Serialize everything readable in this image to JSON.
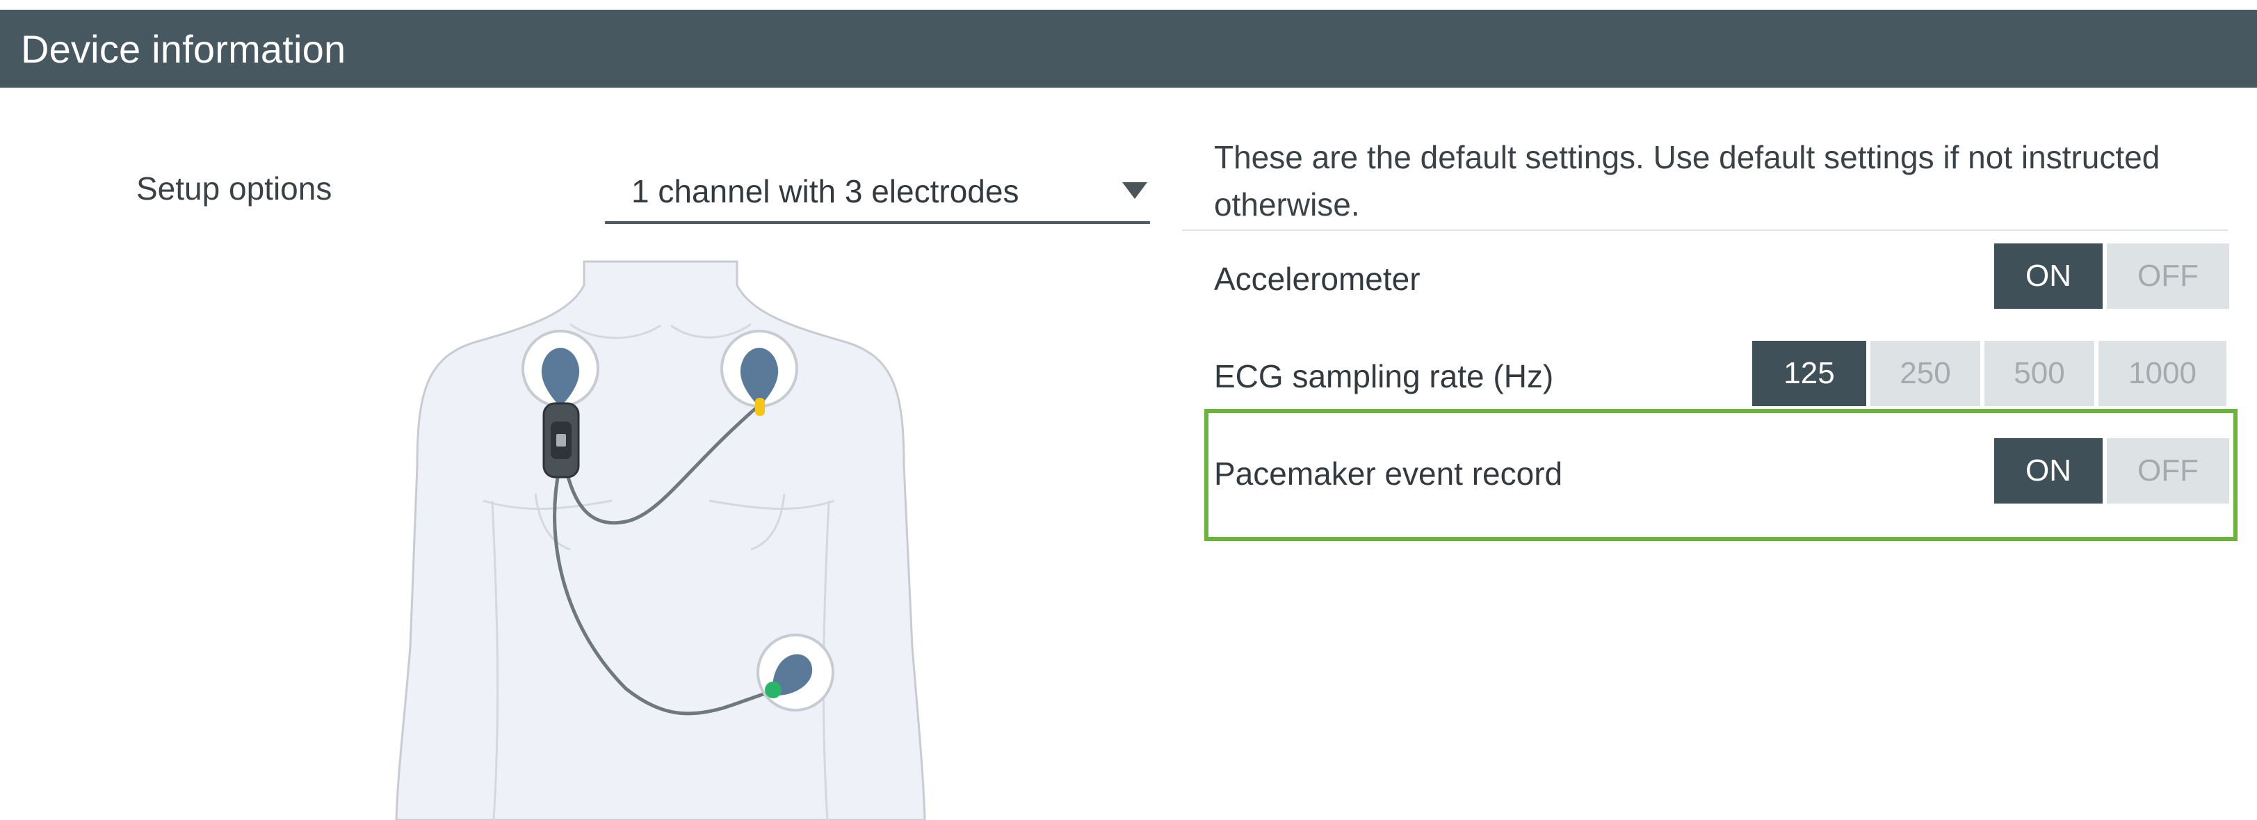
{
  "header": {
    "title": "Device information"
  },
  "setup": {
    "label": "Setup options",
    "selected_value": "1 channel with 3 electrodes"
  },
  "info_text": "These are the default settings. Use default settings if not instructed otherwise.",
  "settings": {
    "accelerometer": {
      "label": "Accelerometer",
      "on_label": "ON",
      "off_label": "OFF",
      "selected": "ON"
    },
    "ecg_sampling_rate": {
      "label": "ECG sampling rate (Hz)",
      "options": [
        "125",
        "250",
        "500",
        "1000"
      ],
      "selected": "125"
    },
    "pacemaker_event_record": {
      "label": "Pacemaker event record",
      "on_label": "ON",
      "off_label": "OFF",
      "selected": "ON"
    }
  },
  "colors": {
    "header_bg": "#475860",
    "active_button": "#3f5058",
    "inactive_button": "#dde2e4",
    "highlight_border": "#6cb33e",
    "electrode_blue": "#5b7a99",
    "lead_yellow": "#f5c518",
    "lead_green": "#2bb36b"
  },
  "icons": {
    "dropdown": "triangle-down-icon",
    "illustration": "torso-electrode-placement-illustration"
  }
}
